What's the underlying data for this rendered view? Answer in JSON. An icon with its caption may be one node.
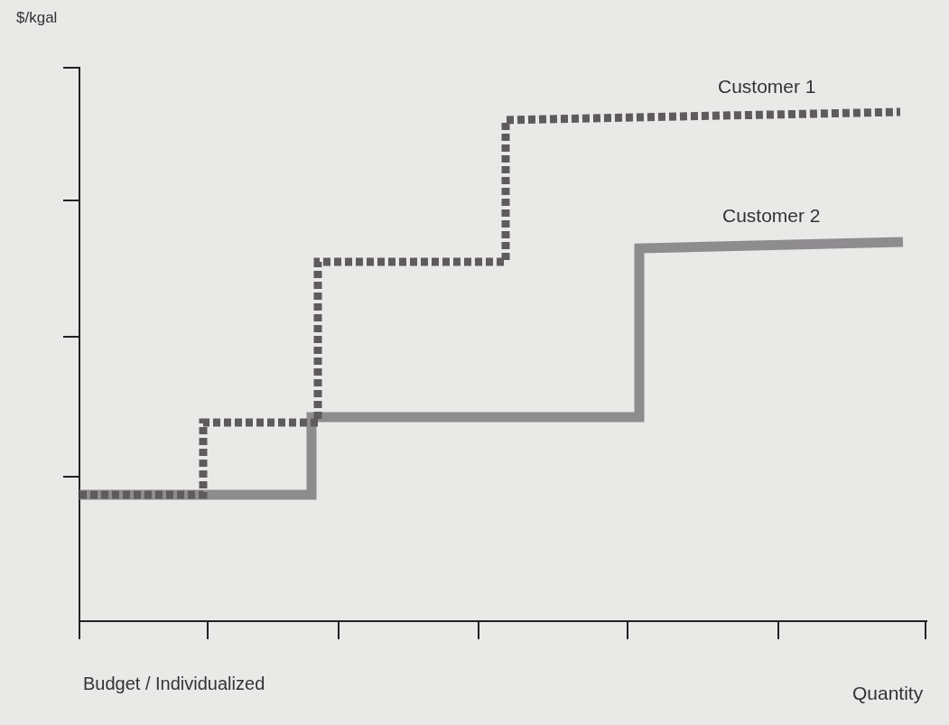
{
  "diagram": {
    "labels": [
      "$/kgal",
      "Customer 1",
      "Customer 2",
      "Budget / Individualized",
      "Quantity"
    ]
  }
}
